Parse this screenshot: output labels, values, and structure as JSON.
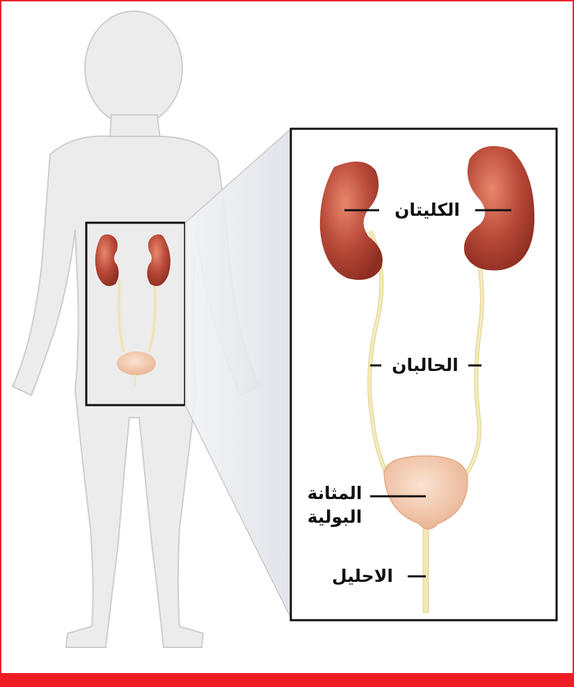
{
  "labels": {
    "kidneys": "الكليتان",
    "ureters": "الحالبان",
    "bladder_line1": "المثانة",
    "bladder_line2": "البولية",
    "urethra": "الاحليل"
  },
  "colors": {
    "frame": "#e8242d",
    "bottom_bar": "#ee1c25",
    "body": "#ececec",
    "body_outline": "#c9c9c9",
    "kidney": "#b84a3b",
    "kidney_highlight": "#e07a63",
    "ureter": "#f1e6b5",
    "bladder": "#f3c9ad",
    "box_border": "#111111"
  },
  "icons": {
    "figure": "human-body-silhouette-icon"
  }
}
